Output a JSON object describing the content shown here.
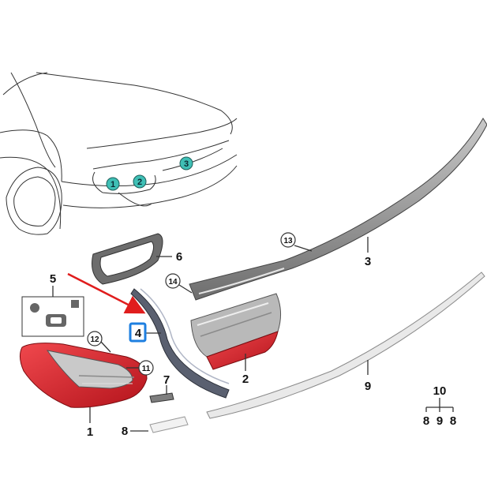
{
  "colors": {
    "teal_callout": "#3fbfb5",
    "taillight_red": "#d8232a",
    "arrow_red": "#e01d1d",
    "highlight_box": "#1e7fe0",
    "part_gray": "#8c8c8c"
  },
  "car_callouts": [
    "1",
    "2",
    "3"
  ],
  "labels": {
    "p1": "1",
    "p2": "2",
    "p3": "3",
    "p4": "4",
    "p5": "5",
    "p6": "6",
    "p7": "7",
    "p8": "8",
    "p9": "9",
    "p10": "10",
    "p11": "11",
    "p12": "12",
    "p13": "13",
    "p14": "14"
  },
  "kit": {
    "parent": "10",
    "children": [
      "8",
      "9",
      "8"
    ]
  }
}
